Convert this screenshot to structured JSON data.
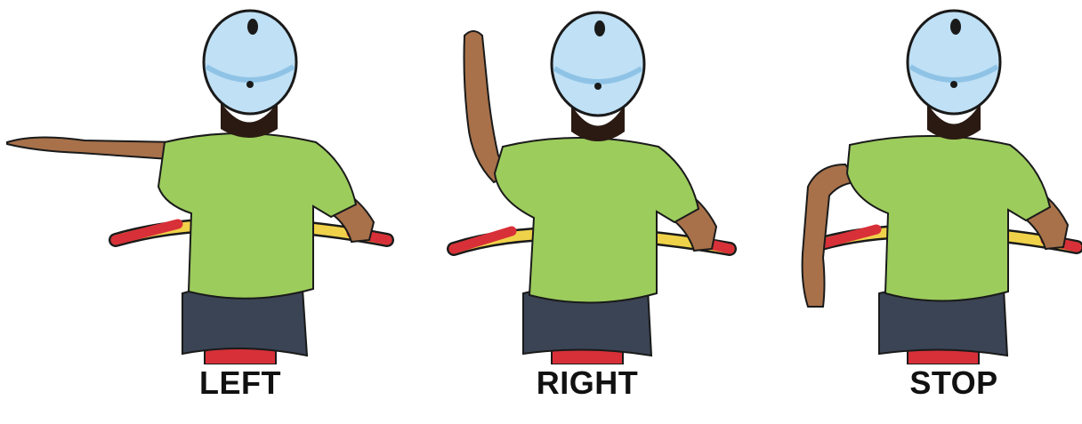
{
  "colors": {
    "helmet": "#bfe0f5",
    "helmet_shade": "#8fc3e6",
    "shirt": "#9ccc5c",
    "shirt_shade": "#7eaf43",
    "skin": "#a8714a",
    "skin_shade": "#7a4f32",
    "hair": "#2a1a12",
    "pants": "#3a4454",
    "handlebar": "#f0d24a",
    "grip": "#d83038",
    "seat": "#d83038",
    "outline": "#1a1a1a",
    "label": "#111111"
  },
  "signals": [
    {
      "id": "left",
      "label": "LEFT",
      "arm": "horizontal-out"
    },
    {
      "id": "right",
      "label": "RIGHT",
      "arm": "raised-up"
    },
    {
      "id": "stop",
      "label": "STOP",
      "arm": "bent-down"
    }
  ]
}
